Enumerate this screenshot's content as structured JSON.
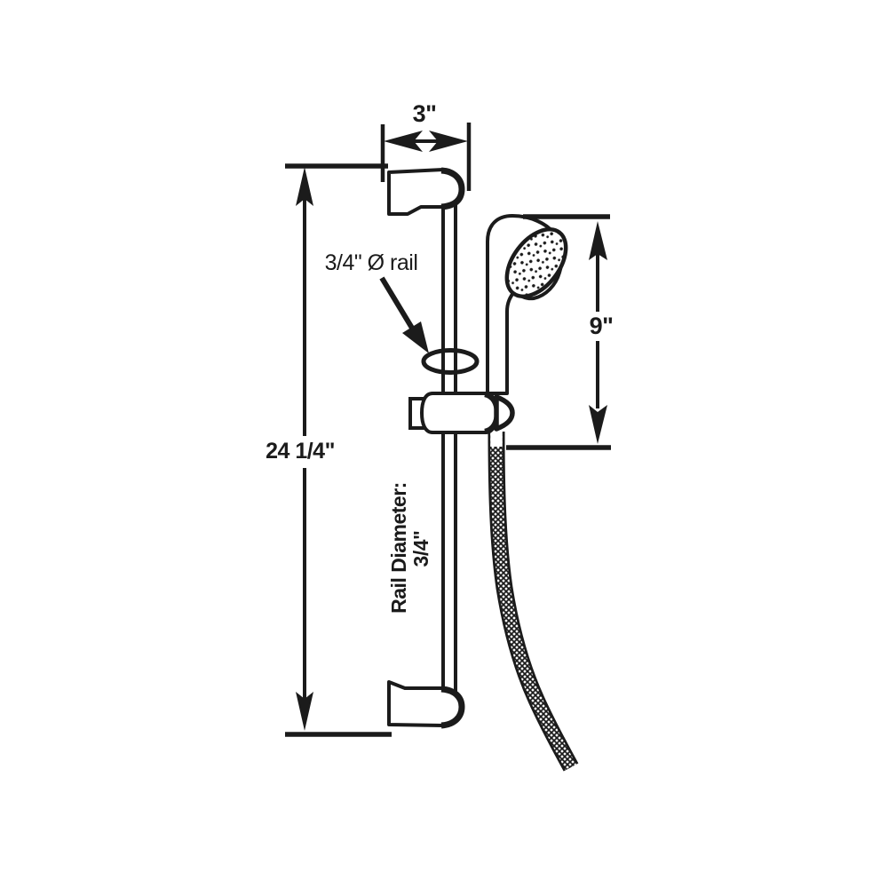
{
  "diagram": {
    "background_color": "#ffffff",
    "ink_color": "#1b1b1b",
    "labels": {
      "bar_width": "3\"",
      "bar_length": "24 1/4\"",
      "shower_height": "9\"",
      "rail_callout": "3/4\" Ø rail",
      "rail_diameter_title": "Rail Diameter:",
      "rail_diameter_value": "3/4\""
    }
  }
}
